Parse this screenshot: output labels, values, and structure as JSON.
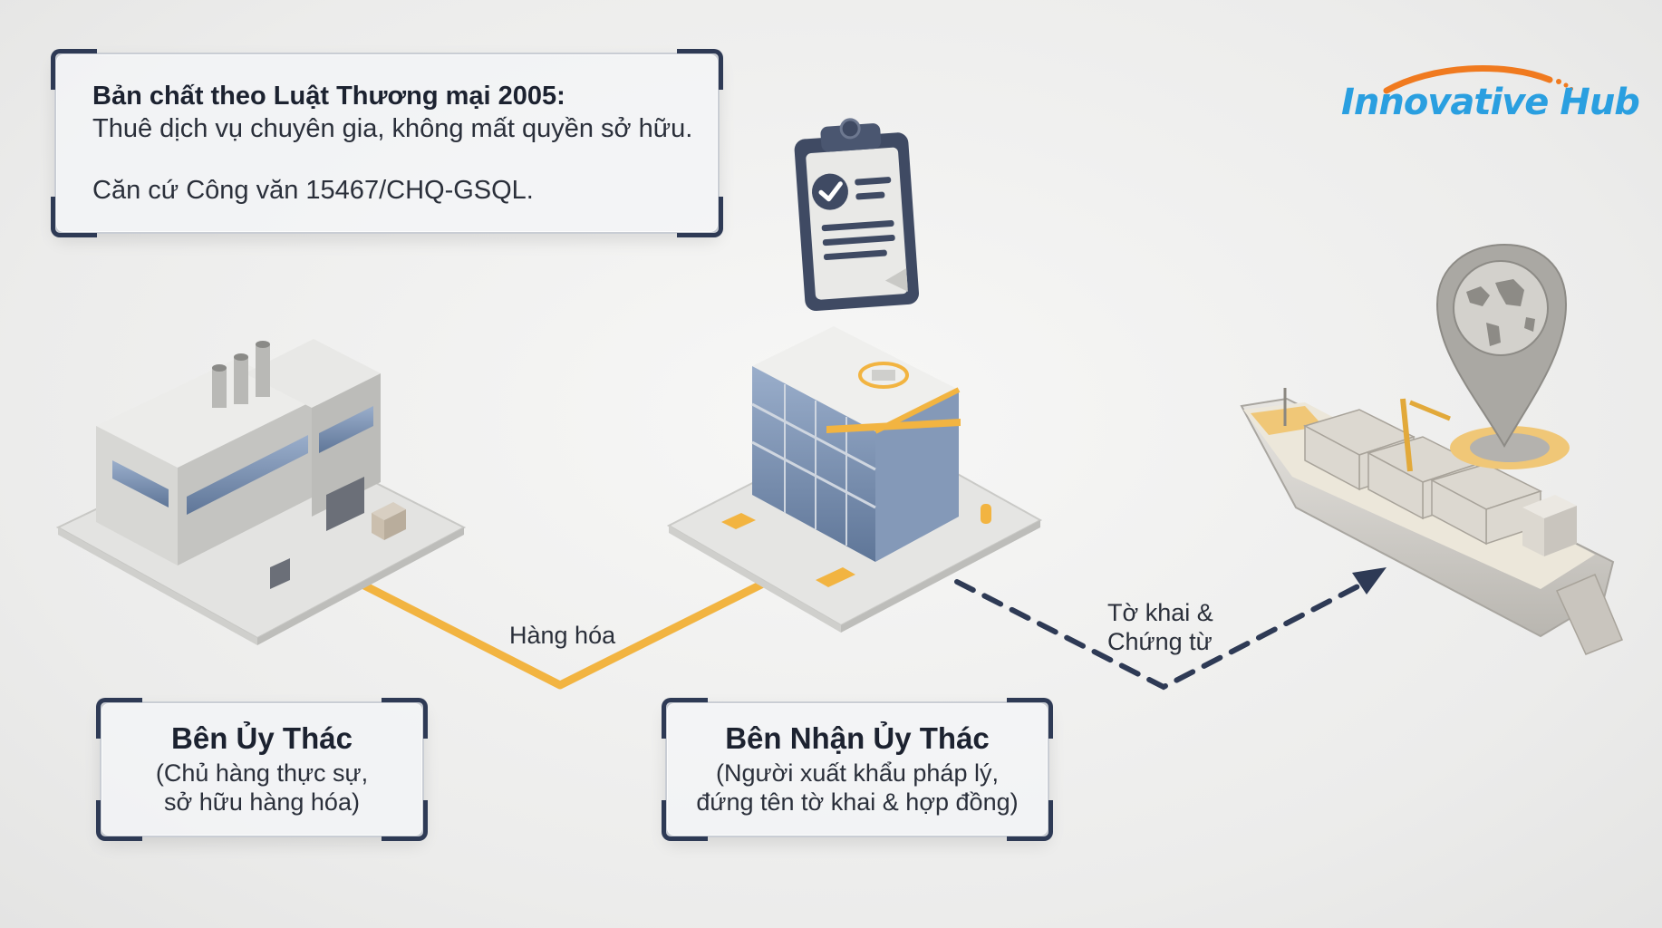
{
  "info_box": {
    "heading": "Bản chất theo Luật Thương mại 2005:",
    "line1": "Thuê dịch vụ chuyên gia, không mất quyền sở hữu.",
    "reference": "Căn cứ Công văn 15467/CHQ-GSQL."
  },
  "logo": {
    "text": "Innovative Hub",
    "color": "#2a9fe0",
    "swoosh_color": "#f07a1f"
  },
  "parties": {
    "principal": {
      "title": "Bên Ủy Thác",
      "desc_line1": "(Chủ hàng thực sự,",
      "desc_line2": "sở hữu hàng hóa)"
    },
    "agent": {
      "title": "Bên Nhận Ủy Thác",
      "desc_line1": "(Người xuất khẩu pháp lý,",
      "desc_line2": "đứng tên tờ khai & hợp đồng)"
    }
  },
  "flows": {
    "goods_label": "Hàng hóa",
    "docs_label_line1": "Tờ khai &",
    "docs_label_line2": "Chứng từ"
  },
  "colors": {
    "navy": "#2e3a55",
    "accent_yellow": "#f2b441",
    "building_gray": "#d9d9d6",
    "glass_blue": "#7e94b4"
  },
  "icons": [
    "factory-icon",
    "office-building-icon",
    "clipboard-check-icon",
    "cargo-ship-icon",
    "location-pin-icon"
  ]
}
